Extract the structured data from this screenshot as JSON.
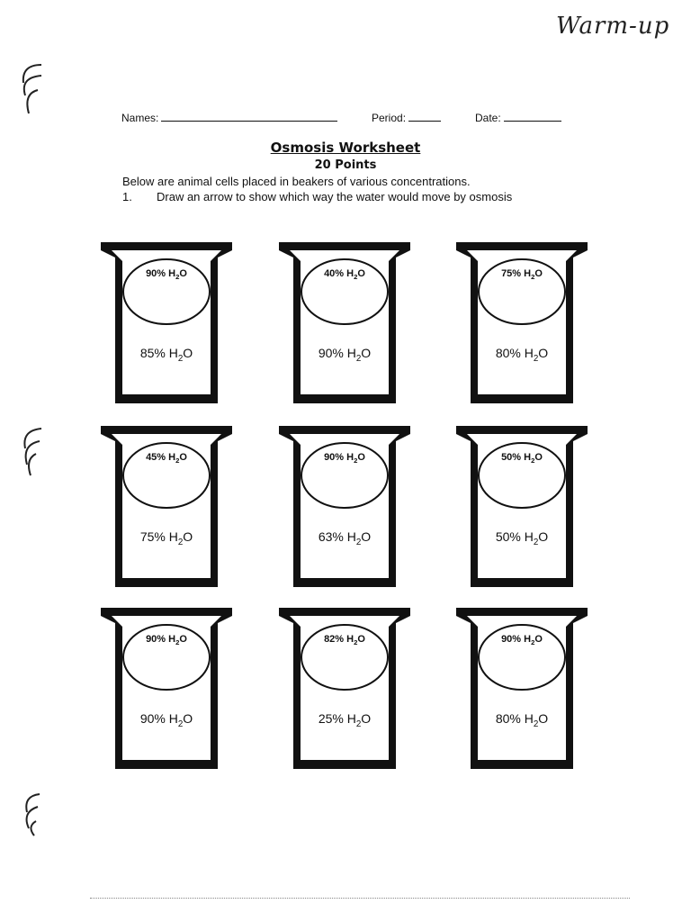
{
  "annotation": "Warm-up",
  "header": {
    "names_label": "Names:",
    "period_label": "Period:",
    "date_label": "Date:"
  },
  "title": "Osmosis Worksheet",
  "subtitle": "20 Points",
  "intro": "Below are animal cells placed in beakers of various concentrations.",
  "question": {
    "number": "1.",
    "text": "Draw an arrow to show which way the water would move by osmosis"
  },
  "beakers": [
    {
      "cell": "90%",
      "solution": "85%"
    },
    {
      "cell": "40%",
      "solution": "90%"
    },
    {
      "cell": "75%",
      "solution": "80%"
    },
    {
      "cell": "45%",
      "solution": "75%"
    },
    {
      "cell": "90%",
      "solution": "63%"
    },
    {
      "cell": "50%",
      "solution": "50%"
    },
    {
      "cell": "90%",
      "solution": "90%"
    },
    {
      "cell": "82%",
      "solution": "25%"
    },
    {
      "cell": "90%",
      "solution": "80%"
    }
  ],
  "water_formula": {
    "h": "H",
    "sub": "2",
    "o": "O"
  }
}
